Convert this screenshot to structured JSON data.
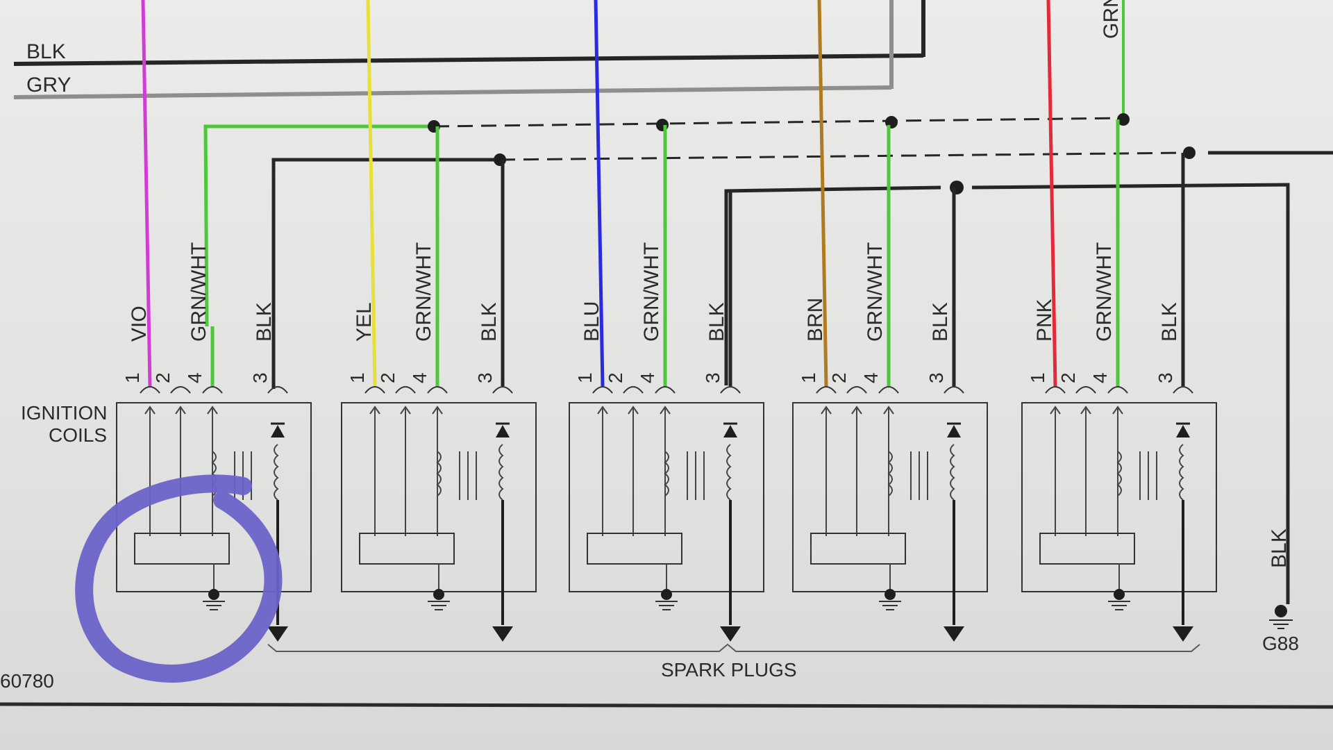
{
  "bus_labels": [
    "BLK",
    "GRY"
  ],
  "section_label": [
    "IGNITION",
    "COILS"
  ],
  "spark_label": "SPARK PLUGS",
  "ground_label": "G88",
  "ground_wire_label": "BLK",
  "diagram_id": "60780",
  "pins": [
    "1",
    "2",
    "4",
    "3"
  ],
  "coils": [
    {
      "wire1": "VIO",
      "wire4": "GRN/WHT",
      "wire3": "BLK",
      "color1": "#d23cd6"
    },
    {
      "wire1": "YEL",
      "wire4": "GRN/WHT",
      "wire3": "BLK",
      "color1": "#e8e03a"
    },
    {
      "wire1": "BLU",
      "wire4": "GRN/WHT",
      "wire3": "BLK",
      "color1": "#2a2ae0"
    },
    {
      "wire1": "BRN",
      "wire4": "GRN/WHT",
      "wire3": "BLK",
      "color1": "#b07a1e"
    },
    {
      "wire1": "PNK",
      "wire4": "GRN/WHT",
      "wire3": "BLK",
      "color1": "#e42a3a"
    }
  ],
  "top_right_label": "GRN",
  "colors": {
    "green": "#4cc83a",
    "black": "#262626",
    "gray": "#8e8e8e",
    "annotation": "#6a63c9"
  }
}
